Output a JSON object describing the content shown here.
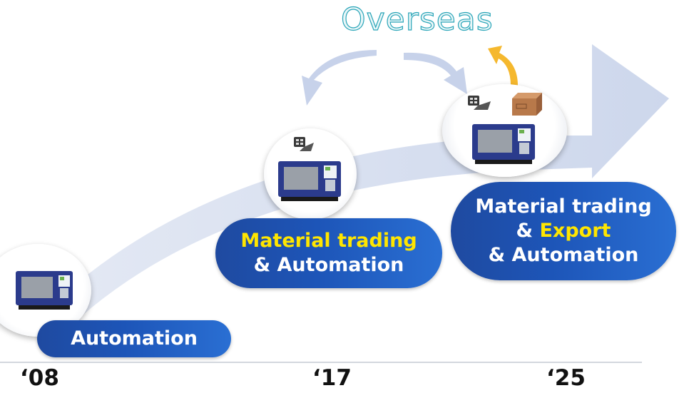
{
  "title": "Overseas",
  "stages": [
    {
      "year": "‘08",
      "label_lines": [
        {
          "text": "Automation",
          "highlight": false
        }
      ]
    },
    {
      "year": "‘17",
      "label_lines": [
        {
          "text": "Material trading",
          "highlight": true
        },
        {
          "text": "& Automation",
          "highlight": false
        }
      ]
    },
    {
      "year": "‘25",
      "label_lines": [
        {
          "text": "Material trading",
          "highlight": false
        },
        {
          "text": "& ",
          "highlight": false,
          "suffix": "Export"
        },
        {
          "text": "& Automation",
          "highlight": false
        }
      ]
    }
  ],
  "colors": {
    "pill": "#1f4aa0",
    "highlight_text": "#ffe600",
    "big_arrow": "#cdd7ec",
    "curved_arrow": "#c7d2ea",
    "export_arrow": "#f5b82e",
    "overseas_text": "#2aa5b8",
    "machine_body": "#2b3b8c"
  },
  "icons": [
    "injection-machine-icon",
    "material-pellets-icon",
    "cardboard-box-icon"
  ]
}
